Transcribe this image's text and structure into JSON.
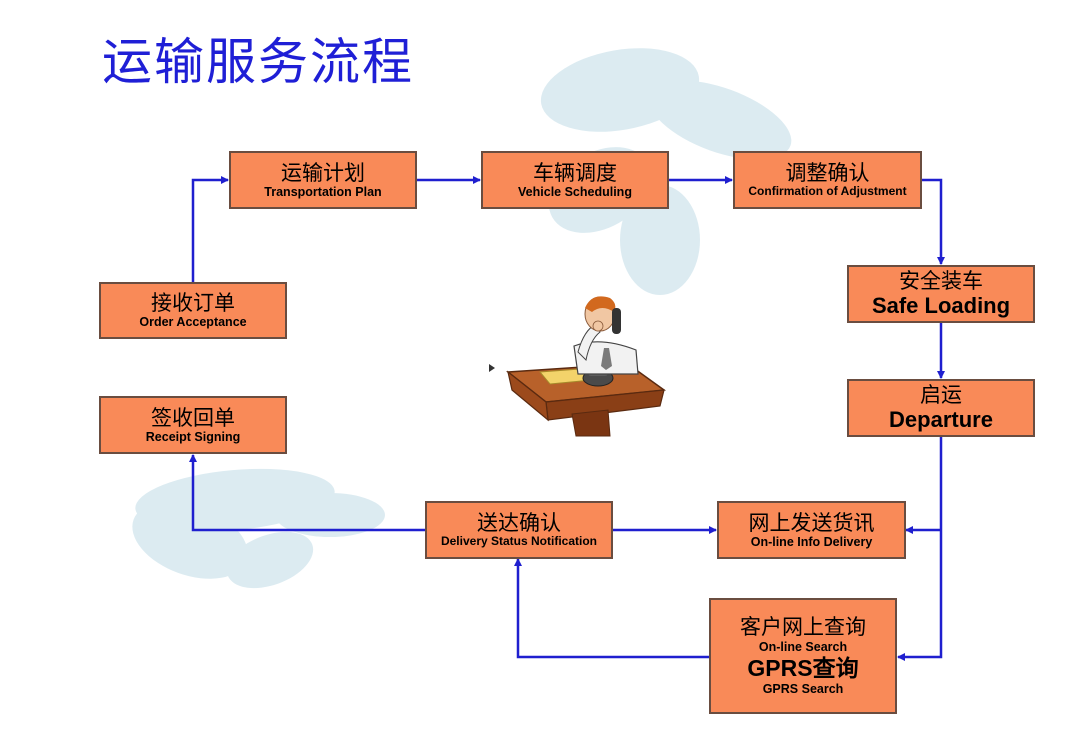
{
  "title": "运输服务流程",
  "colors": {
    "box_fill": "#f98a58",
    "box_border": "#6a4d40",
    "arrow": "#1f1fcf",
    "title": "#1f1fd6",
    "decor": "#cfe4ec"
  },
  "nodes": {
    "transport_plan": {
      "zh": "运输计划",
      "en": "Transportation Plan"
    },
    "vehicle_scheduling": {
      "zh": "车辆调度",
      "en": "Vehicle Scheduling"
    },
    "confirm_adjust": {
      "zh": "调整确认",
      "en": "Confirmation of Adjustment"
    },
    "order_acceptance": {
      "zh": "接收订单",
      "en": "Order Acceptance"
    },
    "safe_loading": {
      "zh": "安全装车",
      "en": "Safe Loading"
    },
    "departure": {
      "zh": "启运",
      "en": "Departure"
    },
    "receipt_signing": {
      "zh": "签收回单",
      "en": "Receipt Signing"
    },
    "delivery_status": {
      "zh": "送达确认",
      "en": "Delivery Status Notification"
    },
    "online_info": {
      "zh": "网上发送货讯",
      "en": "On-line Info Delivery"
    },
    "online_search": {
      "zh": "客户网上查询",
      "en": "On-line Search",
      "zh2": "GPRS查询",
      "en2": "GPRS Search"
    }
  },
  "illustration": "clerk-on-phone-at-desk"
}
